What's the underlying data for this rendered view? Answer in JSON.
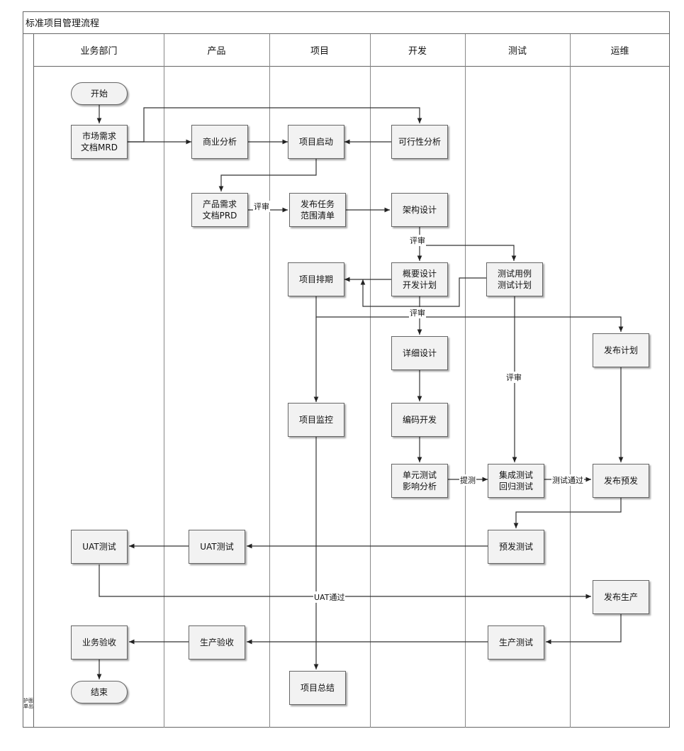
{
  "title": "标准项目管理流程",
  "side_label": "护面单出",
  "lanes": [
    {
      "id": "biz",
      "label": "业务部门"
    },
    {
      "id": "prod",
      "label": "产品"
    },
    {
      "id": "proj",
      "label": "项目"
    },
    {
      "id": "dev",
      "label": "开发"
    },
    {
      "id": "test",
      "label": "测试"
    },
    {
      "id": "ops",
      "label": "运维"
    }
  ],
  "nodes": {
    "start": "开始",
    "mrd": "市场需求文档MRD",
    "biz_analysis": "商业分析",
    "proj_start": "项目启动",
    "feasibility": "可行性分析",
    "prd": "产品需求文档PRD",
    "task_scope": "发布任务范围清单",
    "arch": "架构设计",
    "schedule": "项目排期",
    "outline_design": "概要设计 开发计划",
    "test_cases": "测试用例 测试计划",
    "release_plan": "发布计划",
    "detail_design": "详细设计",
    "monitor": "项目监控",
    "coding": "编码开发",
    "unit_test": "单元测试 影响分析",
    "integration_test": "集成测试 回归测试",
    "pre_release": "发布预发",
    "pre_test": "预发测试",
    "uat_prod": "UAT测试",
    "uat_biz": "UAT测试",
    "release_prod": "发布生产",
    "prod_test": "生产测试",
    "prod_accept": "生产验收",
    "biz_accept": "业务验收",
    "end": "结束",
    "summary": "项目总结"
  },
  "labels": {
    "review1": "评审",
    "review2": "评审",
    "review3": "评审",
    "review4": "评审",
    "submit_test": "提测",
    "test_pass": "测试通过",
    "uat_pass": "UAT通过"
  }
}
